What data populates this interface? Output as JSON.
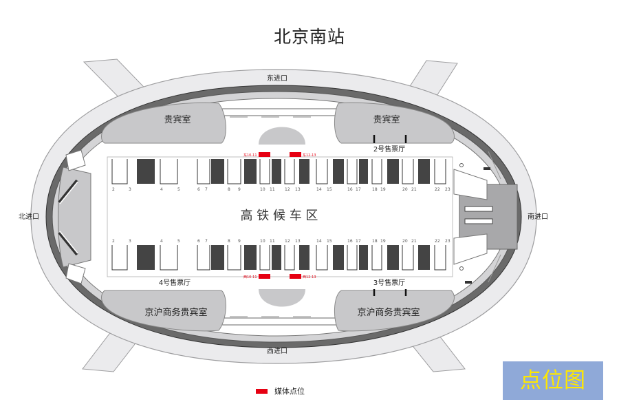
{
  "title": "北京南站",
  "colors": {
    "background": "#ffffff",
    "road": "#ebebed",
    "road_outline": "#9d9d9f",
    "ring_dark": "#555555",
    "room": "#c8c8ca",
    "pillar": "#444444",
    "media_point": "#e60012",
    "badge_bg": "#8fa9d8",
    "badge_text": "#ffe800"
  },
  "entrances": {
    "east": "东进口",
    "west": "西进口",
    "north": "北进口",
    "south": "南进口"
  },
  "rooms": {
    "vip_left": "贵宾室",
    "vip_right": "贵宾室",
    "business_left": "京沪商务贵宾室",
    "business_right": "京沪商务贵宾室"
  },
  "ticket_halls": {
    "hall2": "2号售票厅",
    "hall3": "3号售票厅",
    "hall4": "4号售票厅"
  },
  "waiting_area": "高 铁 候 车 区",
  "gate_numbers": [
    "2",
    "3",
    "4",
    "5",
    "6",
    "7",
    "8",
    "9",
    "10",
    "11",
    "12",
    "13",
    "14",
    "15",
    "16",
    "17",
    "18",
    "19",
    "20",
    "21",
    "22",
    "23"
  ],
  "media_points": {
    "top_left": "东10-11",
    "top_right": "东12-13",
    "bottom_left": "西10-11",
    "bottom_right": "西12-13"
  },
  "legend": {
    "label": "媒体点位",
    "icon": "red-rectangle"
  },
  "map_type_label": "点位图"
}
